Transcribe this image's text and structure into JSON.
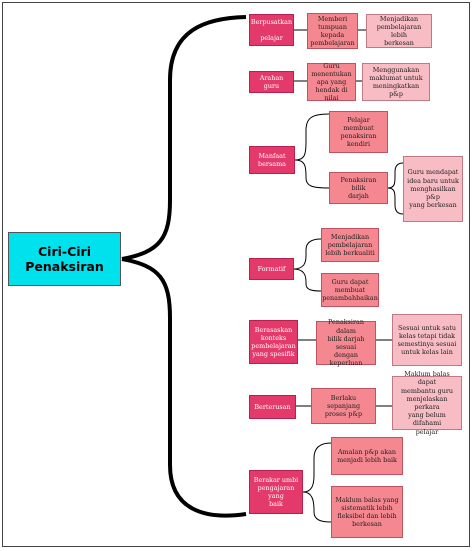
{
  "root": {
    "label": "Ciri-Ciri\nPenaksiran"
  },
  "categories": [
    {
      "label": "Berpusatkan\n\npelajar",
      "children": [
        {
          "label": "Memberi tumpuan\nkepada pembelajaran",
          "children": [
            {
              "label": "Menjadikan\npembelajaran lebih\nberkesan"
            }
          ]
        }
      ]
    },
    {
      "label": "Arahan guru",
      "children": [
        {
          "label": "Guru menentukan\napa yang hendak di\nnilai",
          "children": [
            {
              "label": "Menggunakan\nmaklumat untuk\nmeningkatkan p&p"
            }
          ]
        }
      ]
    },
    {
      "label": "Manfaat bersama",
      "children": [
        {
          "label": "Pelajar membuat\npenaksiran kendiri"
        },
        {
          "label": "Penaksiran bilik\ndarjah",
          "children": [
            {
              "label": "Guru mendapat\nidea baru untuk\nmenghasilkan p&p\nyang berkesan"
            }
          ]
        }
      ]
    },
    {
      "label": "Formatif",
      "children": [
        {
          "label": "Menjadikan\npembelajaran\nlebih berkualiti"
        },
        {
          "label": "Guru dapat\nmembuat\npenambahbaikan"
        }
      ]
    },
    {
      "label": "Berasaskan\nkonteks\npembelajaran\nyang spesifik",
      "children": [
        {
          "label": "Penaksiran dalam\nbilik darjah sesuai\ndengan keperluan",
          "children": [
            {
              "label": "Sesuai untuk satu\nkelas tetapi tidak\nsemestinya sesuai\nuntuk kelas lain"
            }
          ]
        }
      ]
    },
    {
      "label": "Berterusan",
      "children": [
        {
          "label": "Berlaku sepanjang\nproses p&p",
          "children": [
            {
              "label": "Maklum balas dapat\nmembantu guru\nmenjelaskan perkara\nyang belum difahami\npelajar"
            }
          ]
        }
      ]
    },
    {
      "label": "Berakar umbi\npengajaran yang\nbaik",
      "children": [
        {
          "label": "Amalan p&p akan\nmenjadi lebih baik"
        },
        {
          "label": "Maklum balas yang\nsistematik lebih\nfleksibel dan lebih\nberkesan"
        }
      ]
    }
  ]
}
